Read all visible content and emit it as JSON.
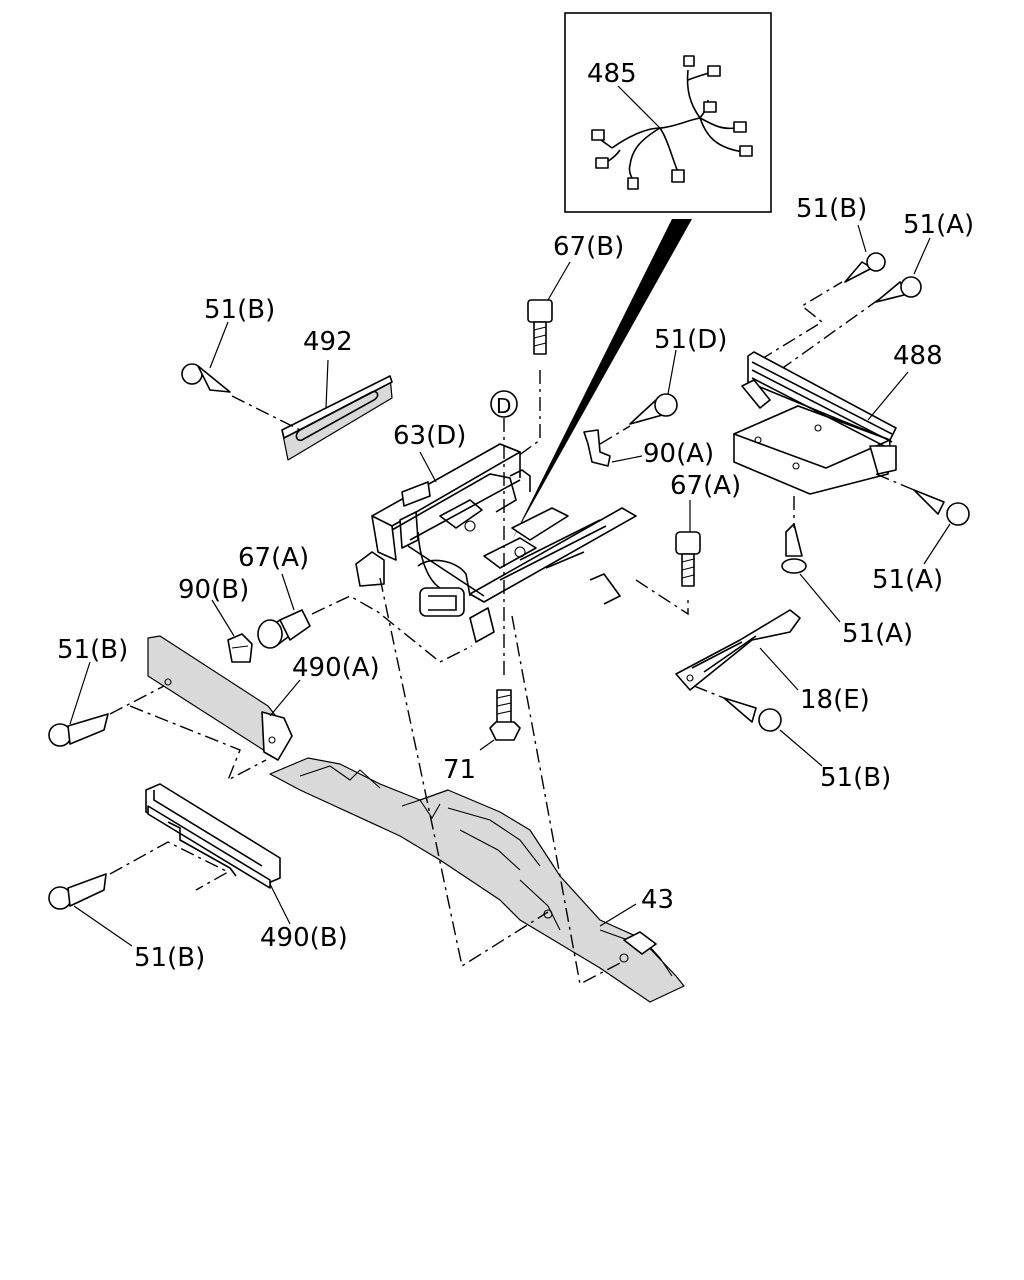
{
  "labels": {
    "p485": "485",
    "p67B": "67(B)",
    "p51B_topright": "51(B)",
    "p51A_topright": "51(A)",
    "p51B_492": "51(B)",
    "p492": "492",
    "p51D": "51(D)",
    "p488": "488",
    "pD": "D",
    "p63D": "63(D)",
    "p90A": "90(A)",
    "p67A_right": "67(A)",
    "p67A_left": "67(A)",
    "p90B": "90(B)",
    "p51A_right1": "51(A)",
    "p51A_right2": "51(A)",
    "p51B_left1": "51(B)",
    "p490A": "490(A)",
    "p18E": "18(E)",
    "p51B_right": "51(B)",
    "p71": "71",
    "p43": "43",
    "p490B": "490(B)",
    "p51B_left2": "51(B)"
  }
}
